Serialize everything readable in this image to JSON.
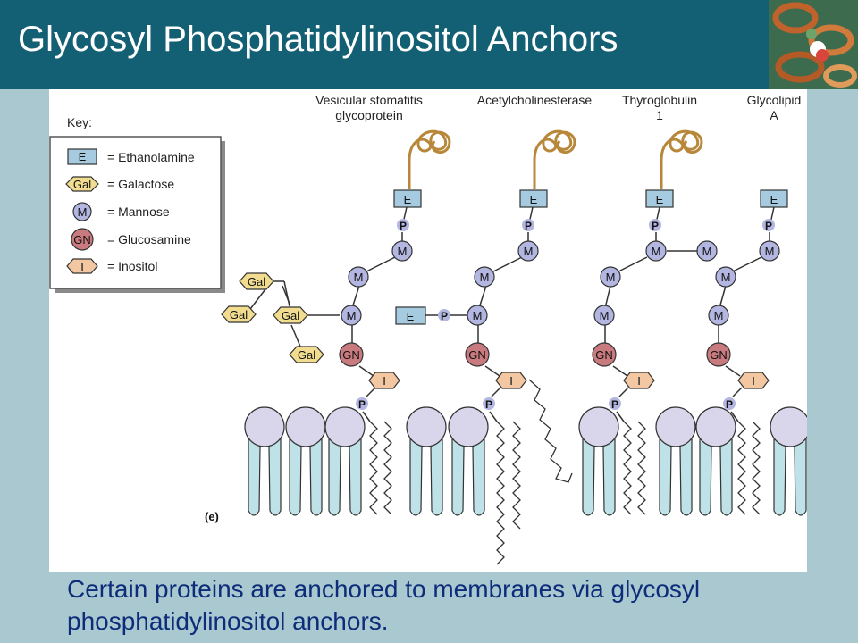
{
  "slide": {
    "title": "Glycosyl Phosphatidylinositol Anchors",
    "caption": "Certain proteins are anchored to membranes via glycosyl phosphatidylinositol anchors."
  },
  "figure": {
    "panel_label": "(e)",
    "key": {
      "title": "Key:",
      "items": [
        {
          "symbol": "E",
          "label": "= Ethanolamine"
        },
        {
          "symbol": "Gal",
          "label": "= Galactose"
        },
        {
          "symbol": "M",
          "label": "= Mannose"
        },
        {
          "symbol": "GN",
          "label": "= Glucosamine"
        },
        {
          "symbol": "I",
          "label": "= Inositol"
        }
      ]
    },
    "proteins": [
      {
        "line1": "Vesicular stomatitis",
        "line2": "glycoprotein"
      },
      {
        "line1": "Acetylcholinesterase",
        "line2": ""
      },
      {
        "line1": "Thyroglobulin",
        "line2": "1"
      },
      {
        "line1": "Glycolipid",
        "line2": "A"
      }
    ],
    "symbols": {
      "ethanolamine": "E",
      "phosphate": "P",
      "mannose": "M",
      "glucosamine": "GN",
      "inositol": "I",
      "galactose": "Gal"
    }
  },
  "colors": {
    "title_bar": "#135f73",
    "background": "#a9c8cf",
    "caption_text": "#0d2d7a",
    "ethanolamine": "#a6cbe0",
    "mannose": "#b3b6e1",
    "glucosamine": "#c97a7e",
    "inositol": "#f3c7a2",
    "galactose": "#f1dc8f",
    "lipid_head": "#d9d6ec",
    "lipid_tail": "#bfe2e8",
    "protein_chain": "#b8873a"
  }
}
